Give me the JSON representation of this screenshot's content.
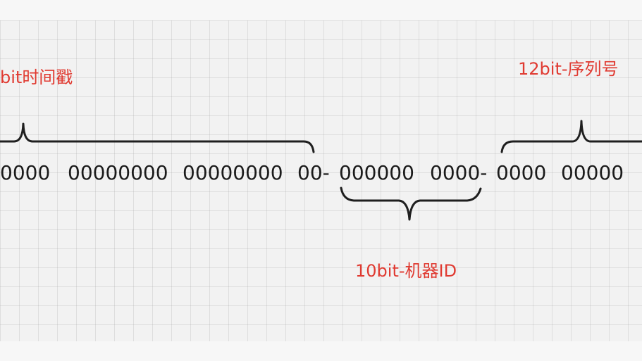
{
  "labels": {
    "timestamp": "bit时间戳",
    "sequence": "12bit-序列号",
    "machine": "10bit-机器ID"
  },
  "bits": {
    "segments": [
      "0000",
      "00000000",
      "00000000",
      "00-",
      "000000",
      "0000-",
      "0000",
      "00000"
    ]
  },
  "colors": {
    "label": "#e03a31",
    "text": "#1b1b1b",
    "grid_background": "#f2f2f2",
    "page_background": "#f7f7f7"
  }
}
